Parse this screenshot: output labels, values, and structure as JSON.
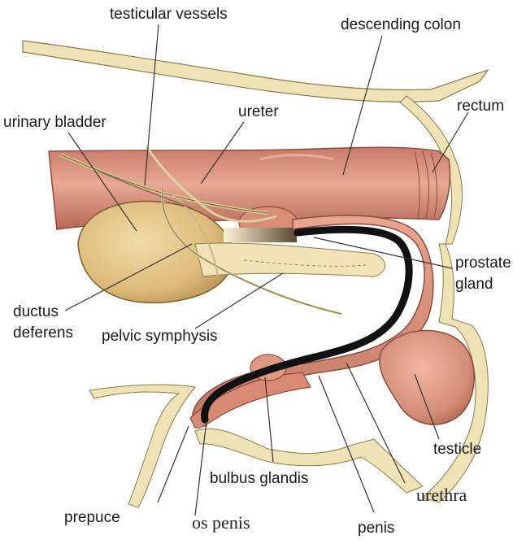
{
  "diagram": {
    "labels": {
      "testicular_vessels": "testicular vessels",
      "descending_colon": "descending colon",
      "urinary_bladder": "urinary bladder",
      "ureter": "ureter",
      "rectum": "rectum",
      "prostate_gland_line1": "prostate",
      "prostate_gland_line2": "gland",
      "ductus_deferens_line1": "ductus",
      "ductus_deferens_line2": "deferens",
      "pelvic_symphysis": "pelvic symphysis",
      "testicle": "testicle",
      "bulbus_glandis": "bulbus glandis",
      "urethra": "urethra",
      "prepuce": "prepuce",
      "os_penis": "os penis",
      "penis": "penis"
    },
    "colors": {
      "flesh": "#d99a86",
      "flesh_dark": "#b5705f",
      "bladder": "#e2c487",
      "fur": "#efe3b6",
      "urethra_line": "#111111",
      "leader_line": "#333333"
    }
  }
}
